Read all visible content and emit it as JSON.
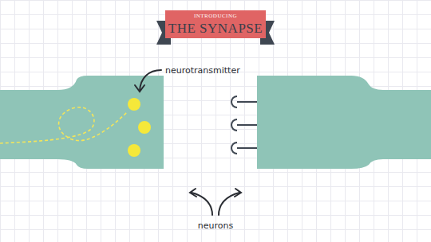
{
  "diagram": {
    "title": "THE SYNAPSE",
    "labels": [
      "INTRODUCING",
      "neurotransmitter",
      "neurons"
    ]
  }
}
